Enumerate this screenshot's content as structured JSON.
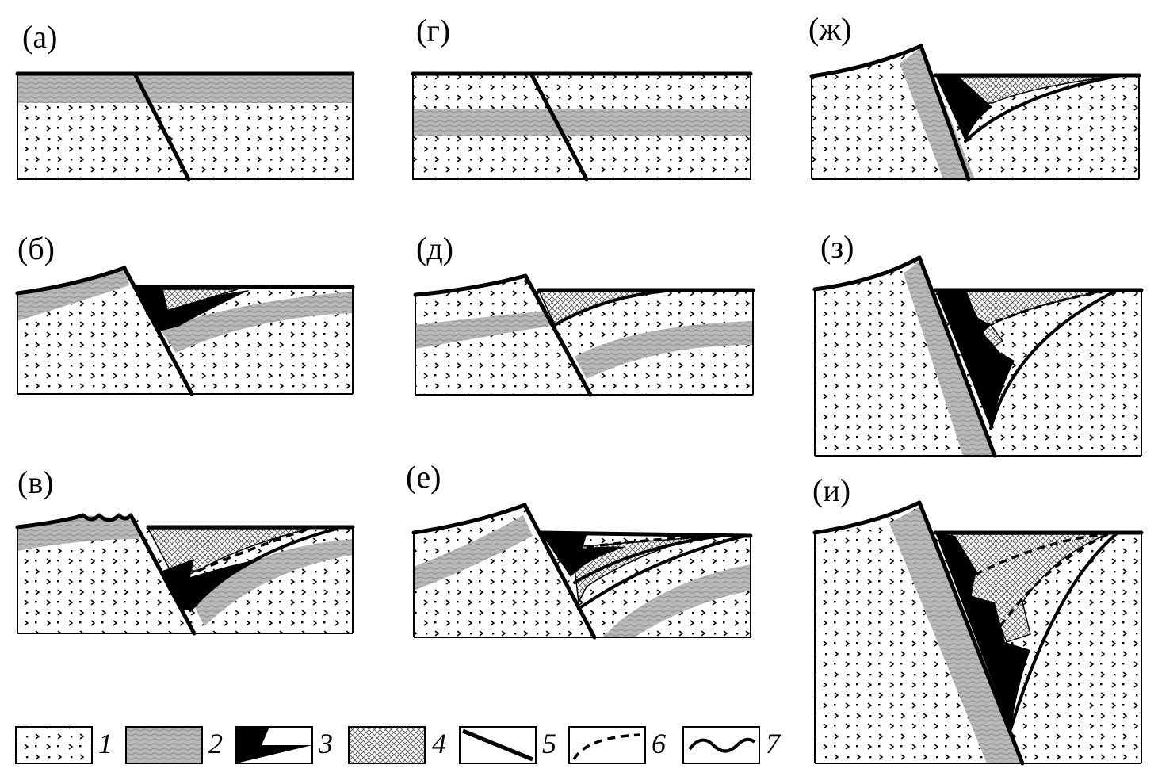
{
  "panels": [
    {
      "id": "a",
      "label": "(а)"
    },
    {
      "id": "b",
      "label": "(б)"
    },
    {
      "id": "v",
      "label": "(в)"
    },
    {
      "id": "g",
      "label": "(г)"
    },
    {
      "id": "d",
      "label": "(д)"
    },
    {
      "id": "e",
      "label": "(е)"
    },
    {
      "id": "zh",
      "label": "(ж)"
    },
    {
      "id": "z",
      "label": "(з)"
    },
    {
      "id": "i",
      "label": "(и)"
    }
  ],
  "legend": [
    {
      "num": "1",
      "symbol": "host-rock-pattern"
    },
    {
      "num": "2",
      "symbol": "marker-layer-pattern"
    },
    {
      "num": "3",
      "symbol": "black-wedge"
    },
    {
      "num": "4",
      "symbol": "cross-hatch-pattern"
    },
    {
      "num": "5",
      "symbol": "solid-line"
    },
    {
      "num": "6",
      "symbol": "dashed-line"
    },
    {
      "num": "7",
      "symbol": "wavy-line"
    }
  ],
  "colors": {
    "ink": "#000000",
    "paper": "#ffffff",
    "layer_gray": "#b8b8b8"
  }
}
